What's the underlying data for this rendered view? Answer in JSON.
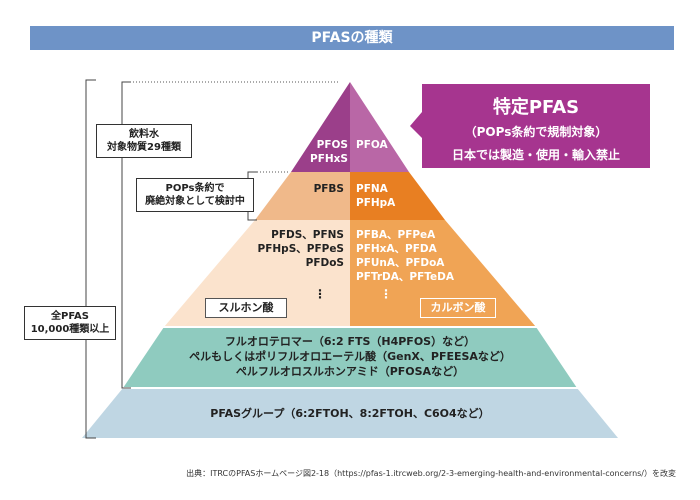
{
  "title": "PFASの種類",
  "side_labels": {
    "drinking_water": "飲料水\n対象物質29種類",
    "pops_candidate": "POPs条約で\n廃絶対象として検討中",
    "all_pfas": "全PFAS\n10,000種類以上"
  },
  "callout": {
    "title": "特定PFAS",
    "subtitle": "（POPs条約で規制対象）",
    "note": "日本では製造・使用・輸入禁止"
  },
  "tiers": {
    "top_left": "PFOS\nPFHxS",
    "top_right": "PFOA",
    "second_left": "PFBS",
    "second_right": "PFNA\nPFHpA",
    "third_left": "PFDS、PFNS\nPFHpS、PFPeS\nPFDoS",
    "third_right": "PFBA、PFPeA\nPFHxA、PFDA\nPFUnA、PFDoA\nPFTrDA、PFTeDA",
    "sulfonic_label": "スルホン酸",
    "carboxylic_label": "カルボン酸",
    "ellipsis": "⋮"
  },
  "bands": {
    "green": "フルオロテロマー（6:2 FTS（H4PFOS）など）\nペルもしくはポリフルオロエーテル酸（GenX、PFEESAなど）\nペルフルオロスルホンアミド（PFOSAなど）",
    "blue": "PFASグループ（6:2FTOH、8:2FTOH、C6O4など）"
  },
  "colors": {
    "title_bar": "#6e93c7",
    "top_left": "#9b3f8a",
    "top_right": "#b967a6",
    "second_left": "#f0b98a",
    "second_right": "#e87f22",
    "third_left": "#fbe3cd",
    "third_right": "#f0a455",
    "green_band": "#8fcbbf",
    "blue_band": "#bfd6e3",
    "callout": "#a6358f"
  },
  "source": "出典：ITRCのPFASホームページ図2-18（https://pfas-1.itrcweb.org/2-3-emerging-health-and-environmental-concerns/）を改変"
}
